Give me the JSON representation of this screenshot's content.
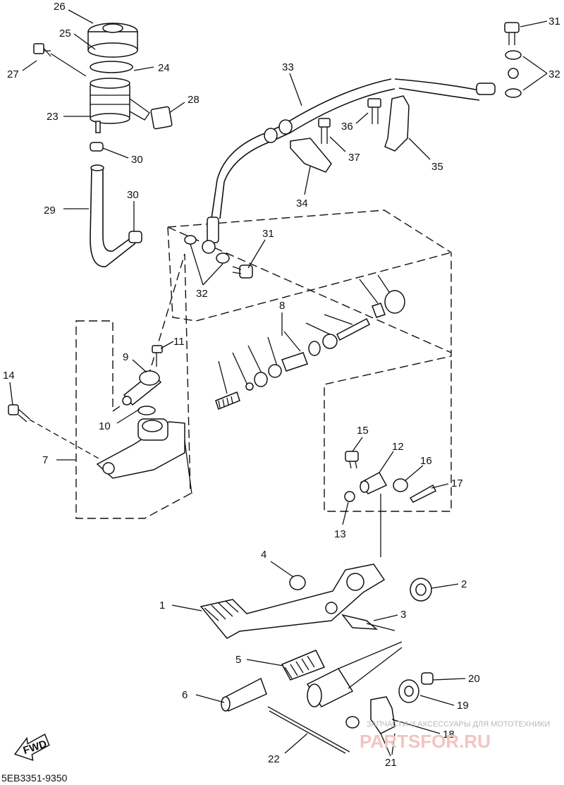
{
  "callouts": [
    "26",
    "25",
    "24",
    "27",
    "23",
    "28",
    "30",
    "29",
    "30",
    "33",
    "31",
    "32",
    "36",
    "37",
    "35",
    "34",
    "31",
    "32",
    "8",
    "14",
    "11",
    "9",
    "10",
    "7",
    "15",
    "12",
    "16",
    "17",
    "13",
    "4",
    "2",
    "1",
    "3",
    "5",
    "20",
    "6",
    "19",
    "18",
    "22",
    "21"
  ],
  "fwd_label": "FWD",
  "diagram_code": "5EB3351-9350",
  "watermark_text": "ЗАПЧАСТИ И АКСЕССУАРЫ ДЛЯ МОТОТЕХНИКИ",
  "watermark_logo": "PARTSFOR.RU"
}
